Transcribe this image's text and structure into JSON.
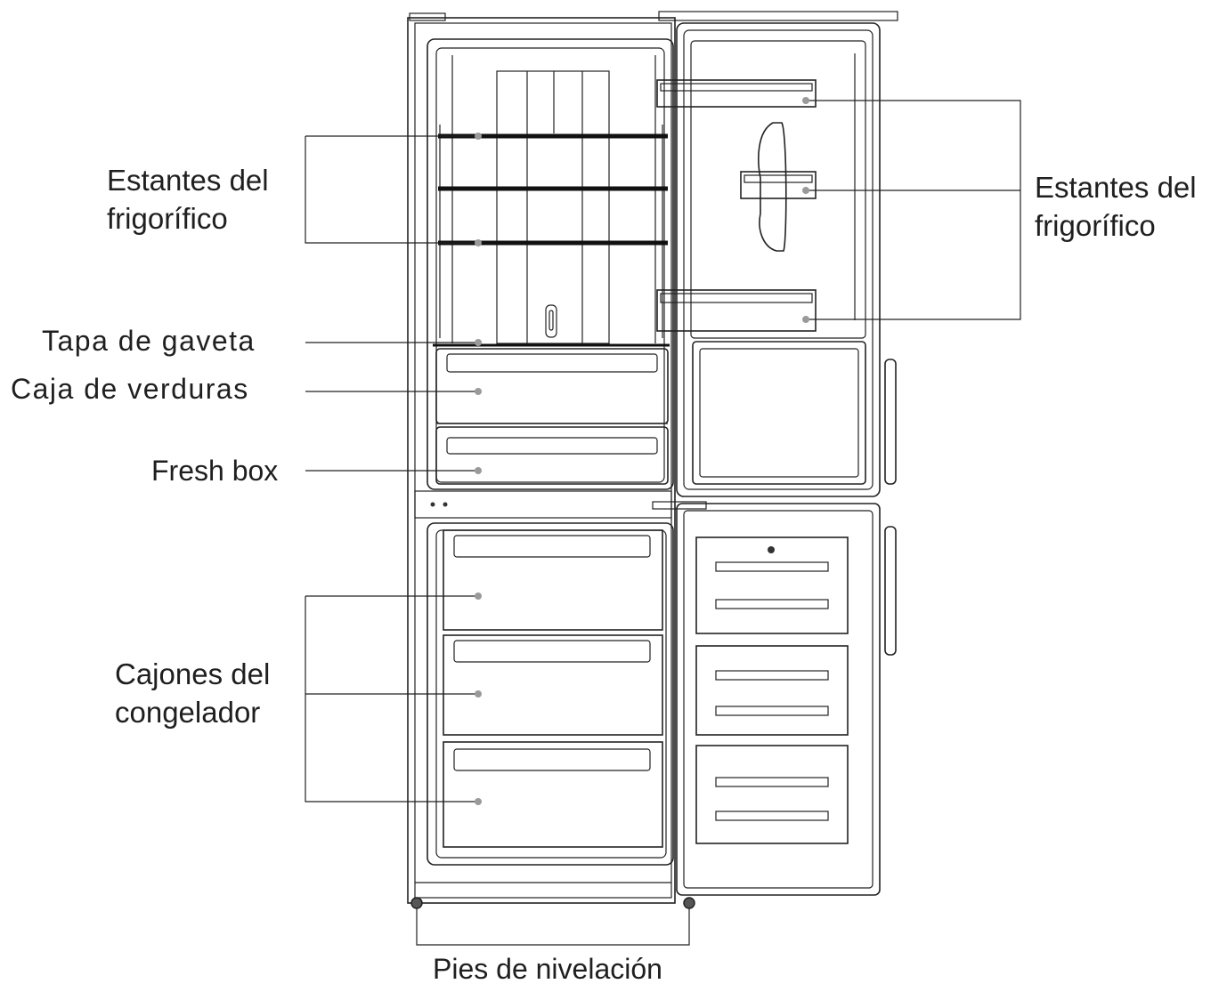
{
  "labels": {
    "fridge_shelves_left_line1": "Estantes del",
    "fridge_shelves_left_line2": "frigorífico",
    "fridge_shelves_right_line1": "Estantes del",
    "fridge_shelves_right_line2": "frigorífico",
    "drawer_lid": "Tapa de gaveta",
    "vegetable_box": "Caja de verduras",
    "fresh_box": "Fresh box",
    "freezer_drawers_line1": "Cajones del",
    "freezer_drawers_line2": "congelador",
    "leveling_feet": "Pies de nivelación"
  }
}
